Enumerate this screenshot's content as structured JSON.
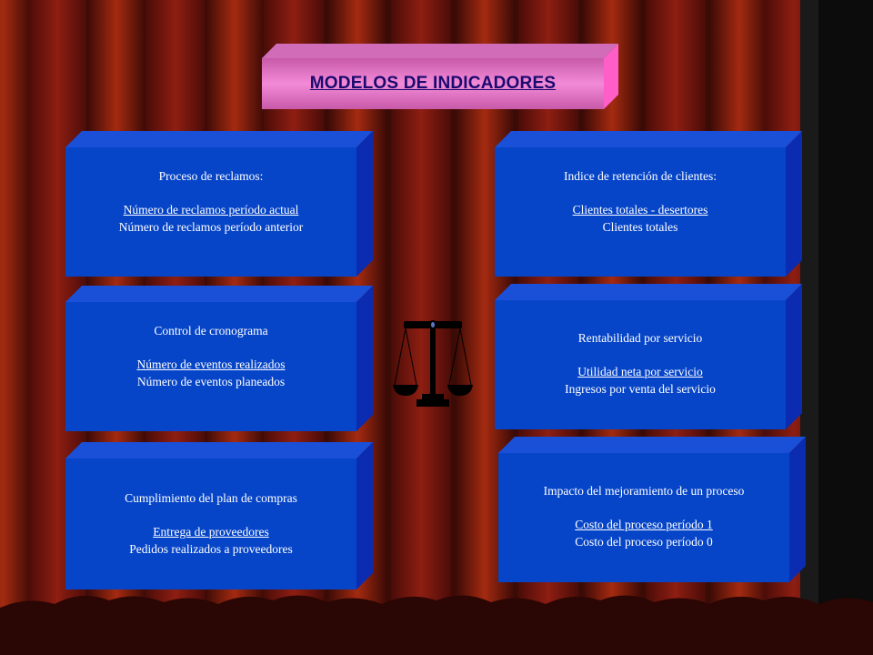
{
  "title": "MODELOS DE INDICADORES",
  "colors": {
    "card_front": "#0645c8",
    "card_side": "#0b2bb0",
    "card_top": "#1a4fd8",
    "title_front": "#e679c8",
    "title_side": "#ff5ec8",
    "title_text": "#1a0a6e",
    "curtain_dark": "#2a0805",
    "curtain_light": "#a42a10"
  },
  "cards": [
    {
      "heading": "Proceso   de  reclamos:",
      "numerator": "Número de  reclamos   período  actual",
      "denominator": "Número de  reclamos   período  anterior"
    },
    {
      "heading": "Indice de retención  de clientes:",
      "numerator": "Clientes totales - desertores",
      "denominator": "Clientes totales"
    },
    {
      "heading": "Control de cronograma",
      "numerator": "Número de eventos  realizados",
      "denominator": "Número de eventos  planeados"
    },
    {
      "heading": "Rentabilidad por servicio",
      "numerator": "Utilidad neta por servicio",
      "denominator": "Ingresos  por  venta del  servicio"
    },
    {
      "heading": "Cumplimiento  del plan  de compras",
      "numerator": "Entrega de proveedores",
      "denominator": "Pedidos realizados a proveedores"
    },
    {
      "heading": "Impacto del mejoramiento  de un proceso",
      "numerator": "Costo  del  proceso período 1",
      "denominator": "Costo  del  proceso período 0"
    }
  ],
  "icons": {
    "scale": "balance-scale-icon"
  }
}
